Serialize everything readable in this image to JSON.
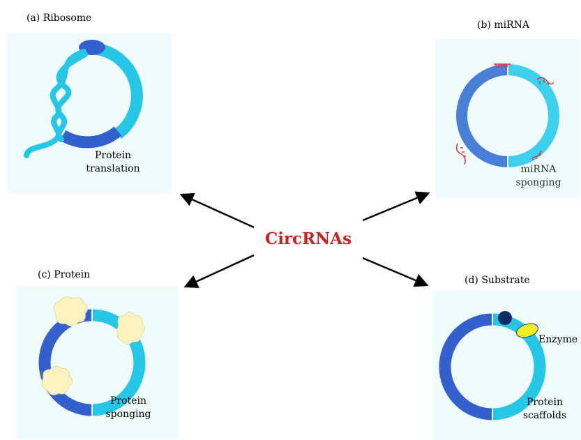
{
  "center": {
    "label": "CircRNAs"
  },
  "panels": {
    "ribosome": {
      "title": "(a) Ribosome",
      "caption_line1": "Protein",
      "caption_line2": "translation"
    },
    "mirna": {
      "title": "(b) miRNA",
      "caption_line1": "miRNA",
      "caption_line2": "sponging"
    },
    "protein": {
      "title": "(c) Protein",
      "caption_line1": "Protein",
      "caption_line2": "sponging"
    },
    "substrate": {
      "title": "(d) Substrate",
      "caption_line1": "Protein",
      "caption_line2": "scaffolds",
      "enzyme_label": "Enzyme"
    }
  },
  "colors": {
    "panel_bg": "#effbfd",
    "ring_light": "#26c6e6",
    "ring_dark": "#3360cc",
    "center_text": "#cc1f1f",
    "mirna_red": "#d03a3a",
    "protein_blob": "#fbf3bf",
    "enzyme": "#f4ee1f",
    "substrate": "#102a6a"
  }
}
